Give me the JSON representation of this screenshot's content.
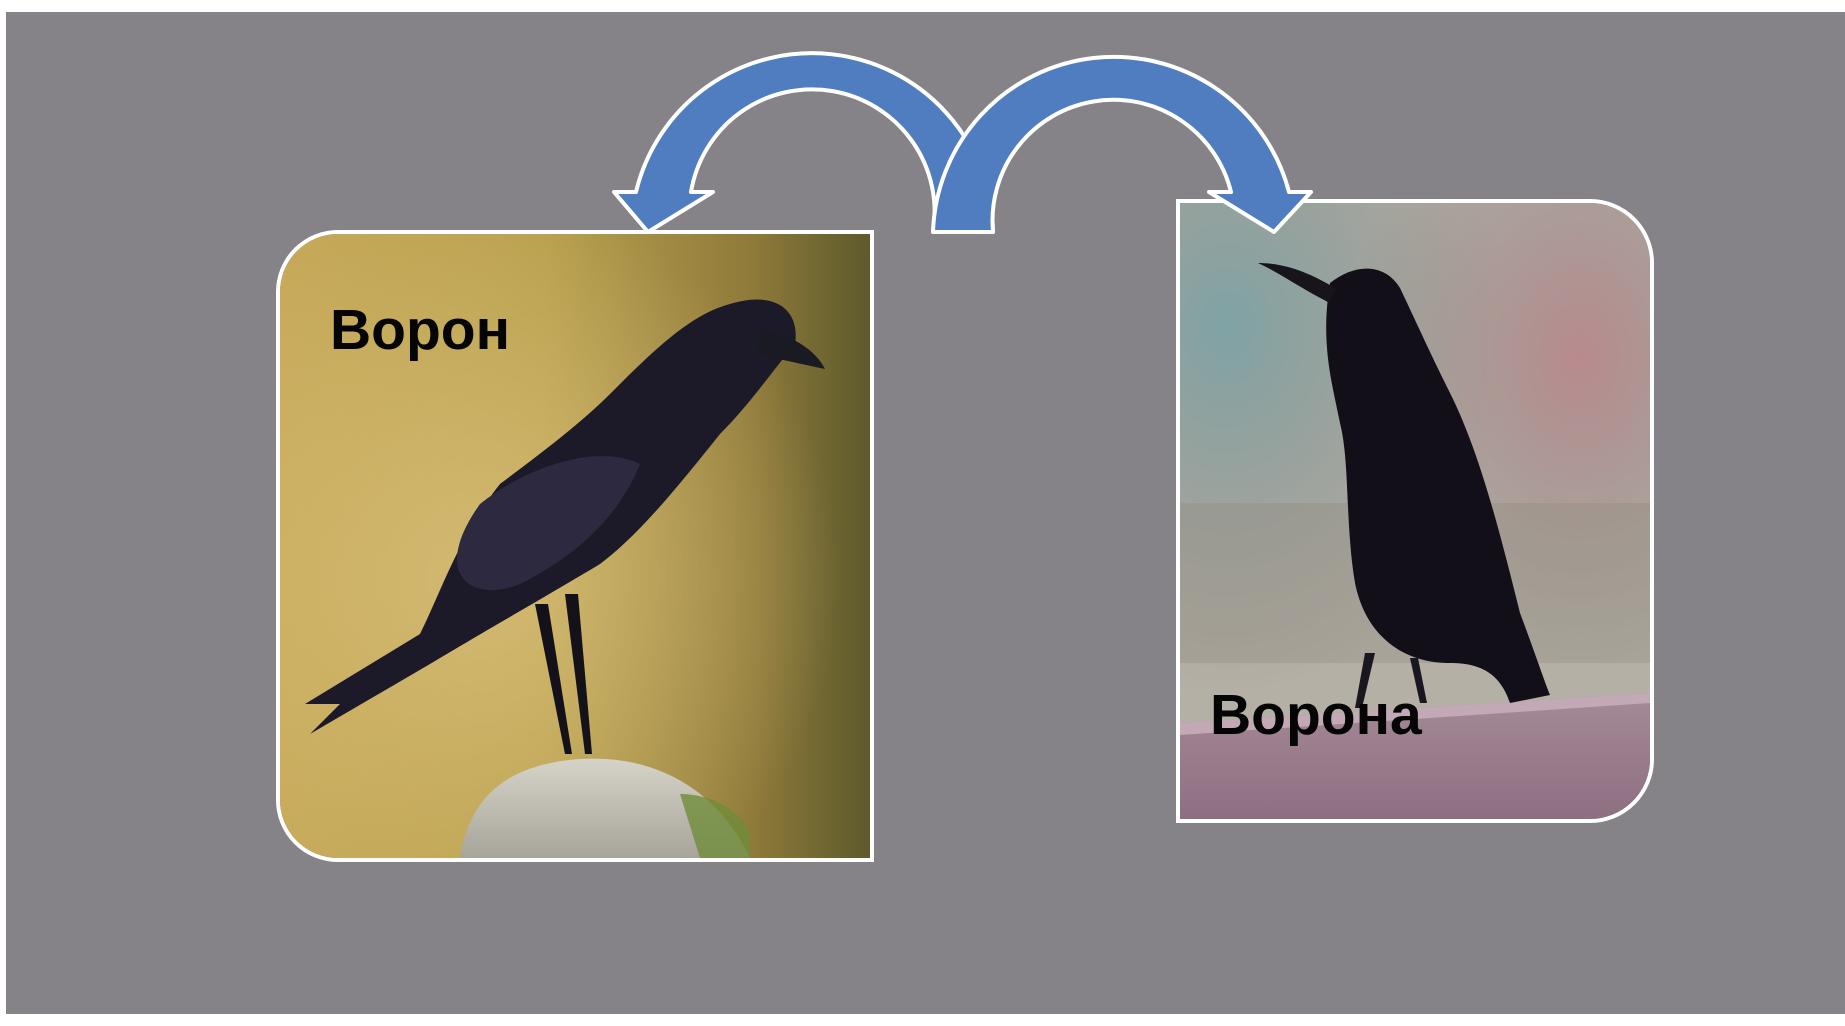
{
  "slide": {
    "background_color": "#858387",
    "arrow_color": "#4F7DC0",
    "arrow_outline_color": "#FFFFFF"
  },
  "cards": {
    "left": {
      "label": "Ворон",
      "image": "raven-on-rock-photo"
    },
    "right": {
      "label": "Ворона",
      "image": "crow-on-railing-photo"
    }
  },
  "arrows": {
    "left": "curved-arrow-left-icon",
    "right": "curved-arrow-right-icon"
  }
}
